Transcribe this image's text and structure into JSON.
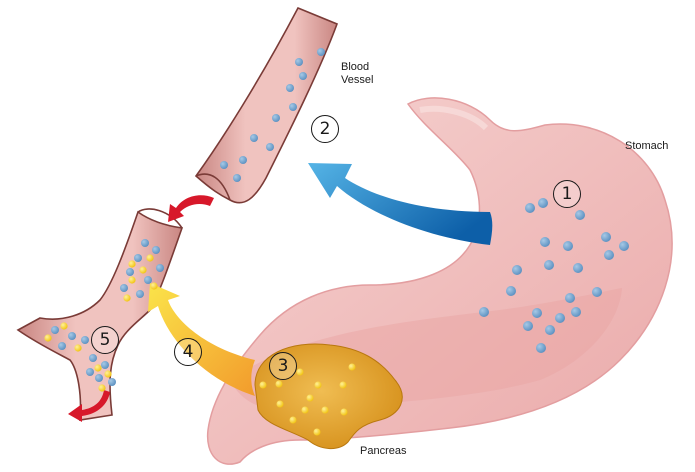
{
  "labels": {
    "blood_vessel": "Blood\nVessel",
    "stomach": "Stomach",
    "pancreas": "Pancreas"
  },
  "steps": [
    "1",
    "2",
    "3",
    "4",
    "5"
  ],
  "colors": {
    "stomach": "#f3c2c0",
    "vessel": "#e9b1ad",
    "pancreas": "#e6a52d",
    "glucose_dot": "#6fa0cc",
    "insulin_dot": "#f7d21f",
    "arrow_blue": "#1d7fc2",
    "arrow_yellow": "#f6c53a",
    "arrow_red": "#d7182a"
  },
  "icons": [
    "blue-arrow-icon",
    "yellow-arrow-icon",
    "red-arrow-icon"
  ]
}
